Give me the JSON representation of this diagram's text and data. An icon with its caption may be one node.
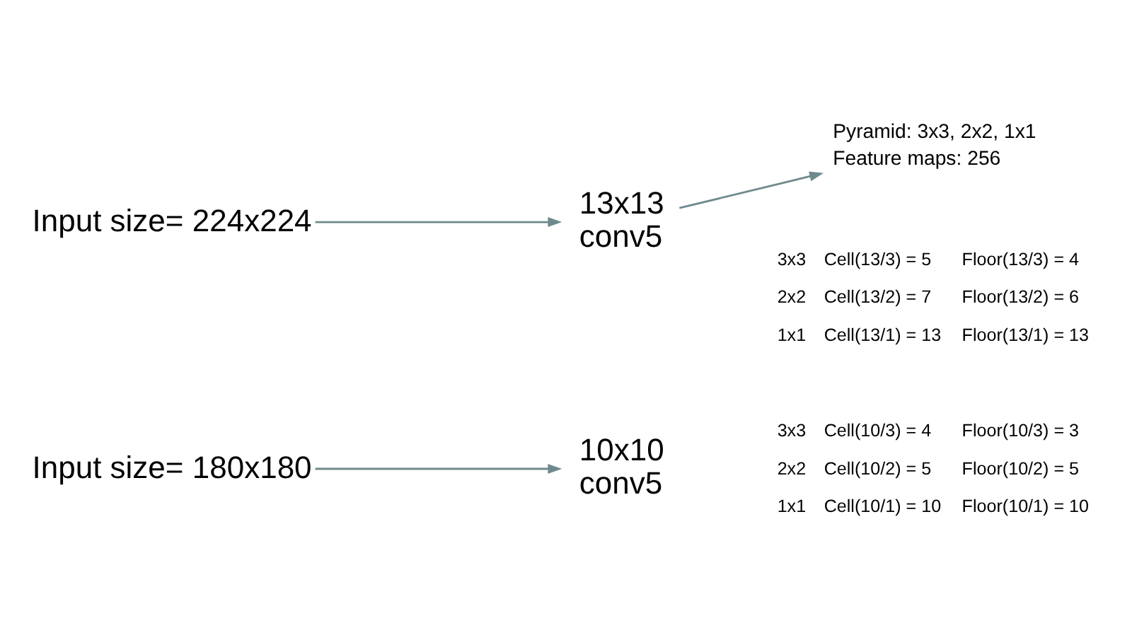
{
  "diagram": {
    "nodes": [
      {
        "text": [
          "Input size= 224x224"
        ]
      },
      {
        "text": [
          "13x13 conv5"
        ]
      },
      {
        "text": [
          "Pyramid: 3x3, 2x2, 1x1",
          "Feature maps: 256"
        ]
      },
      {
        "text": [
          "Input size= 180x180"
        ]
      },
      {
        "text": [
          "10x10 conv5"
        ]
      }
    ],
    "edges": [
      {
        "from": 0,
        "to": 1,
        "arrow": "to"
      },
      {
        "from": 1,
        "to": 2,
        "arrow": "to"
      },
      {
        "from": 3,
        "to": 4,
        "arrow": "to"
      }
    ],
    "labels": [
      "3x3",
      "Cell(13/3) = 5",
      "Floor(13/3) = 4",
      "2x2",
      "Cell(13/2) = 7",
      "Floor(13/2) = 6",
      "1x1",
      "Cell(13/1) = 13",
      "Floor(13/1) = 13",
      "3x3",
      "Cell(10/3) = 4",
      "Floor(10/3) = 3",
      "2x2",
      "Cell(10/2) = 5",
      "Floor(10/2) = 5",
      "1x1",
      "Cell(10/1) = 10",
      "Floor(10/1) = 10"
    ]
  }
}
